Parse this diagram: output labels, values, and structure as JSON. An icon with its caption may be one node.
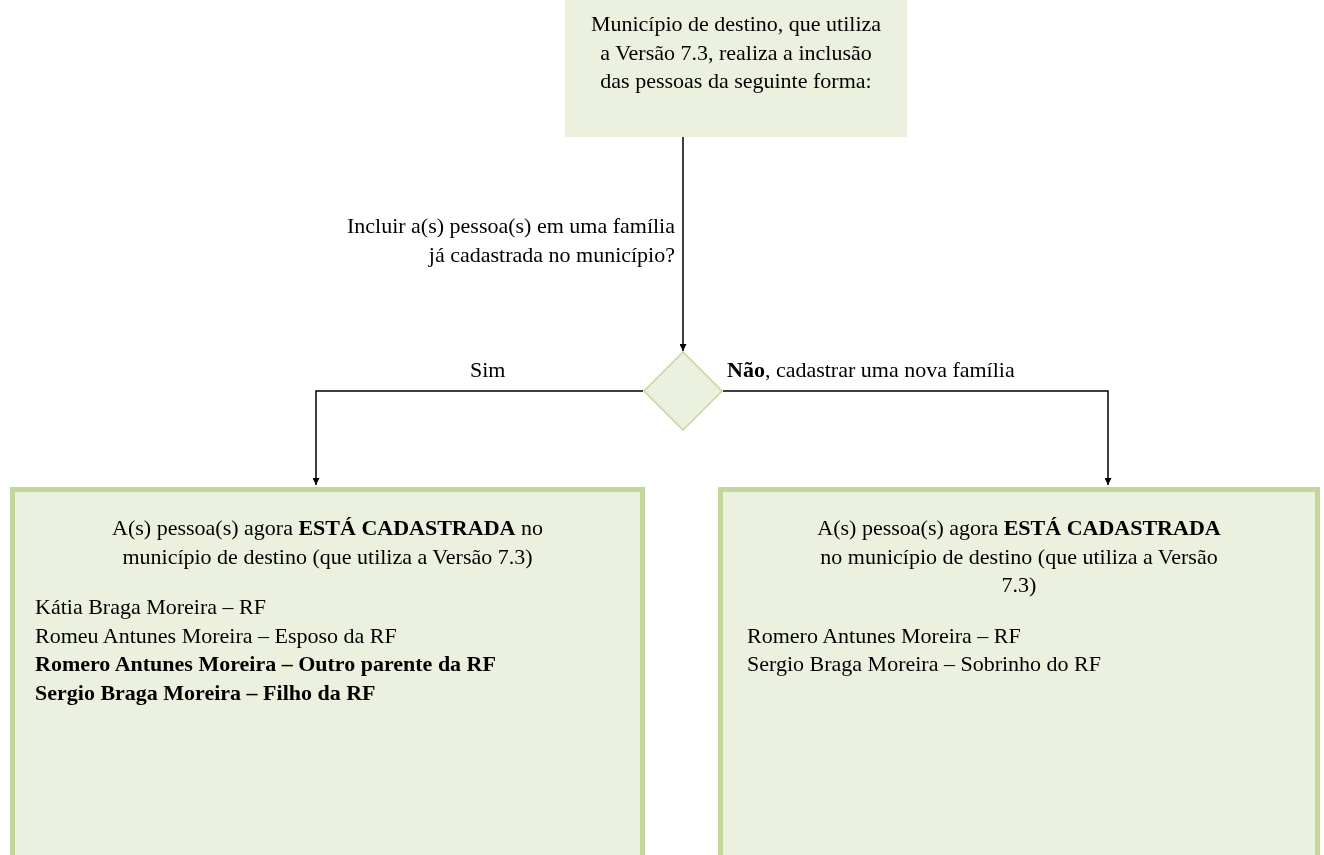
{
  "diagram": {
    "nodes": [
      {
        "text": [
          "Município de destino, que utiliza a Versão 7.3, realiza a inclusão das pessoas da seguinte forma:"
        ]
      },
      {
        "text": [],
        "shape": "diamond"
      },
      {
        "text": [
          "A(s) pessoa(s) agora **ESTÁ CADASTRADA** no município de destino (que utiliza a Versão 7.3)",
          "Kátia Braga Moreira – RF",
          "Romeu Antunes Moreira – Esposo da RF",
          "Romero Antunes Moreira – Outro parente da RF",
          "Sergio Braga Moreira – Filho da RF"
        ]
      },
      {
        "text": [
          "A(s) pessoa(s) agora **ESTÁ CADASTRADA** no município de destino (que utiliza a Versão 7.3)",
          "Romero Antunes Moreira – RF",
          "Sergio Braga Moreira – Sobrinho do RF"
        ]
      }
    ],
    "edges": [
      {
        "from": 0,
        "to": 1,
        "arrow": "to",
        "label": "Incluir a(s) pessoa(s) em uma família já cadastrada no município?"
      },
      {
        "from": 1,
        "to": 2,
        "arrow": "to",
        "label": "Sim"
      },
      {
        "from": 1,
        "to": 3,
        "arrow": "to",
        "label": "**Não**, cadastrar uma nova família"
      }
    ]
  }
}
